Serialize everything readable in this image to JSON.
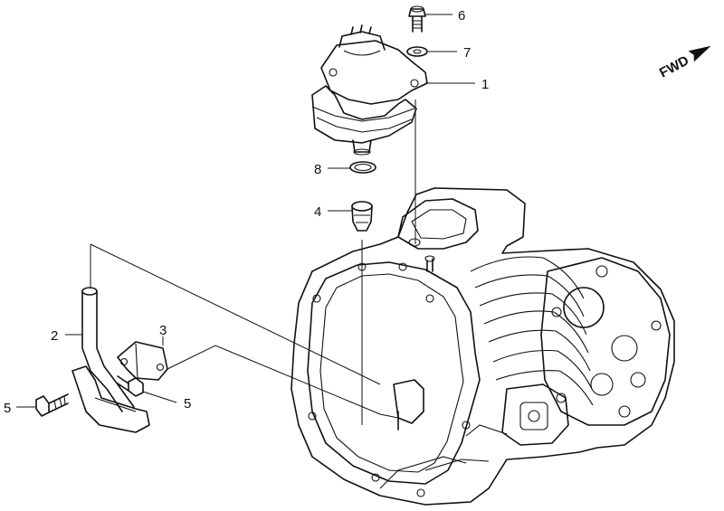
{
  "callouts": {
    "c1": "1",
    "c2": "2",
    "c3": "3",
    "c4": "4",
    "c5a": "5",
    "c5b": "5",
    "c6": "6",
    "c7": "7",
    "c8": "8"
  },
  "direction_label": "FWD"
}
